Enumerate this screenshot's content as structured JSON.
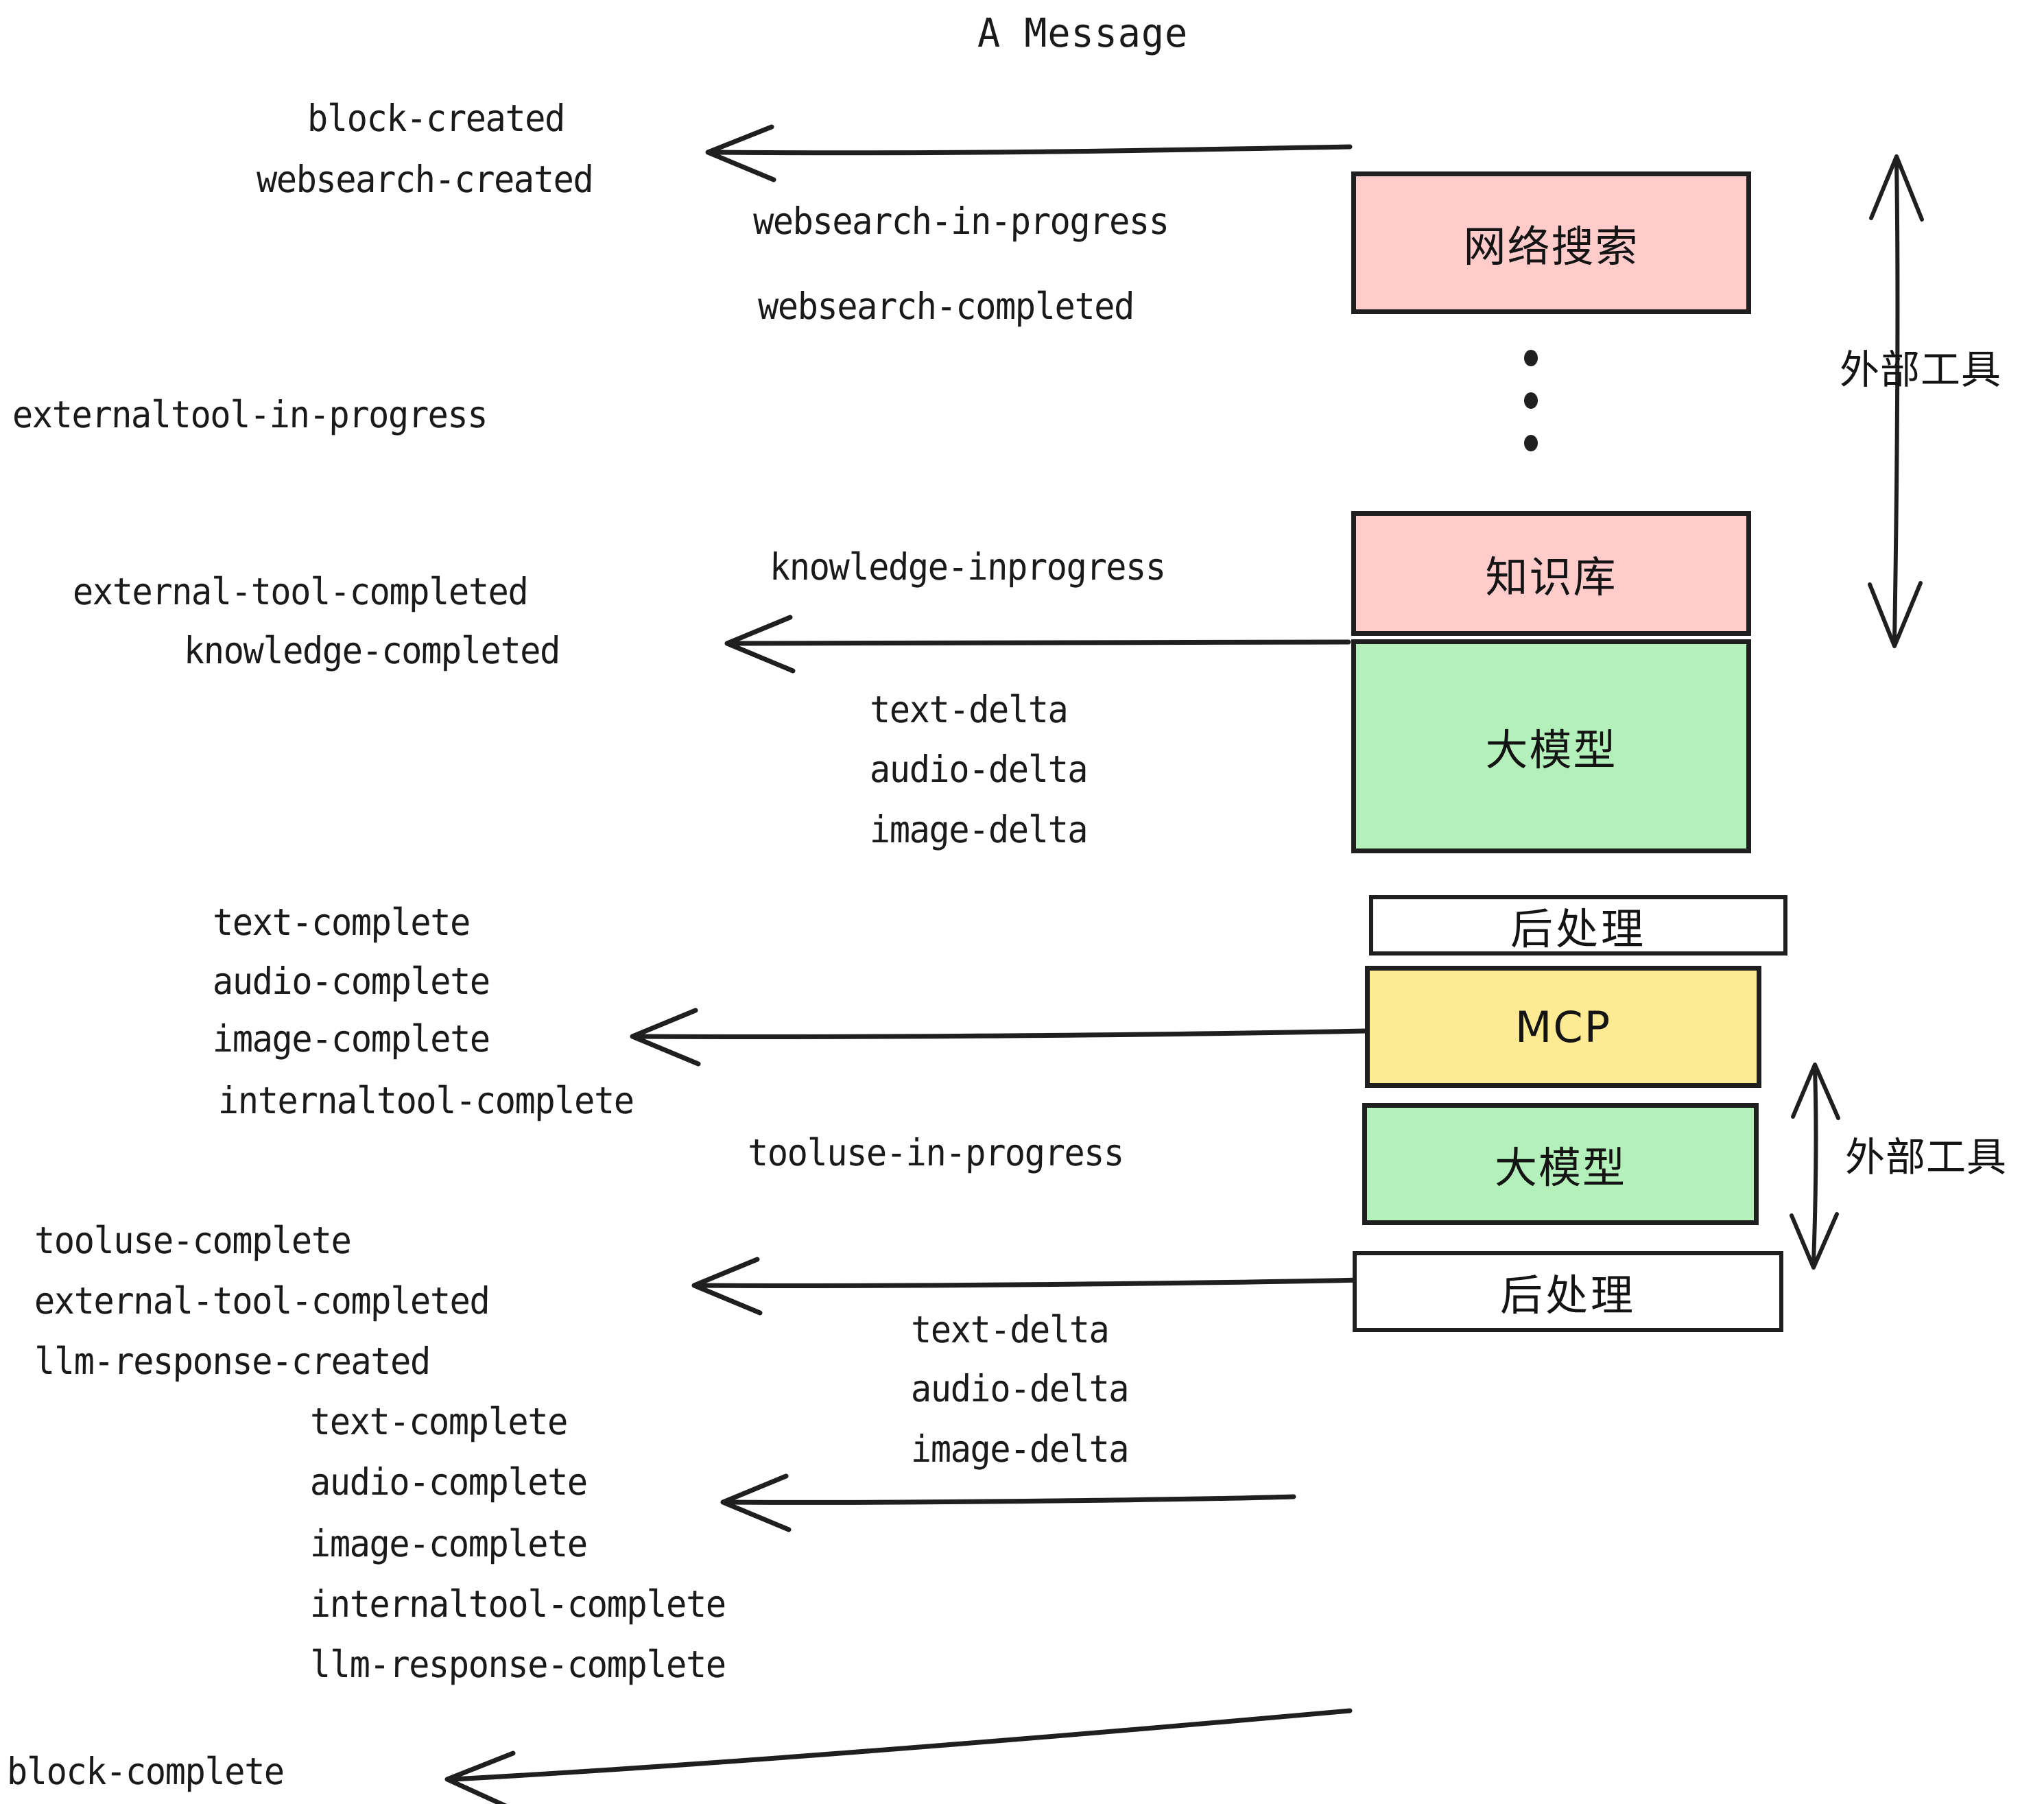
{
  "diagram": {
    "title": "A Message",
    "colors": {
      "pink": "#ffcccb",
      "green": "#b4f0b9",
      "yellow": "#fceb93",
      "white": "#ffffff",
      "stroke": "#1f1f1f"
    },
    "nodes": [
      {
        "id": "websearch",
        "label": "网络搜索",
        "fill": "pink"
      },
      {
        "id": "knowledge",
        "label": "知识库",
        "fill": "pink"
      },
      {
        "id": "llm-1",
        "label": "大模型",
        "fill": "green"
      },
      {
        "id": "post-1",
        "label": "后处理",
        "fill": "white"
      },
      {
        "id": "mcp",
        "label": "MCP",
        "fill": "yellow"
      },
      {
        "id": "llm-2",
        "label": "大模型",
        "fill": "green"
      },
      {
        "id": "post-2",
        "label": "后处理",
        "fill": "white"
      }
    ],
    "side_labels": [
      {
        "id": "external-tools-top",
        "text": "外部工具"
      },
      {
        "id": "external-tools-bottom",
        "text": "外部工具"
      }
    ],
    "events": [
      {
        "id": "e01",
        "text": "block-created"
      },
      {
        "id": "e02",
        "text": "websearch-created"
      },
      {
        "id": "e03",
        "text": "websearch-in-progress"
      },
      {
        "id": "e04",
        "text": "websearch-completed"
      },
      {
        "id": "e05",
        "text": "externaltool-in-progress"
      },
      {
        "id": "e06",
        "text": "knowledge-inprogress"
      },
      {
        "id": "e07",
        "text": "external-tool-completed"
      },
      {
        "id": "e08",
        "text": "knowledge-completed"
      },
      {
        "id": "e09",
        "text": "text-delta"
      },
      {
        "id": "e10",
        "text": "audio-delta"
      },
      {
        "id": "e11",
        "text": "image-delta"
      },
      {
        "id": "e12",
        "text": "text-complete"
      },
      {
        "id": "e13",
        "text": "audio-complete"
      },
      {
        "id": "e14",
        "text": "image-complete"
      },
      {
        "id": "e15",
        "text": "internaltool-complete"
      },
      {
        "id": "e16",
        "text": "tooluse-in-progress"
      },
      {
        "id": "e17",
        "text": "tooluse-complete"
      },
      {
        "id": "e18",
        "text": "external-tool-completed"
      },
      {
        "id": "e19",
        "text": "llm-response-created"
      },
      {
        "id": "e20",
        "text": "text-delta"
      },
      {
        "id": "e21",
        "text": "audio-delta"
      },
      {
        "id": "e22",
        "text": "image-delta"
      },
      {
        "id": "e23",
        "text": "text-complete"
      },
      {
        "id": "e24",
        "text": "audio-complete"
      },
      {
        "id": "e25",
        "text": "image-complete"
      },
      {
        "id": "e26",
        "text": "internaltool-complete"
      },
      {
        "id": "e27",
        "text": "llm-response-complete"
      },
      {
        "id": "e28",
        "text": "block-complete"
      }
    ]
  }
}
